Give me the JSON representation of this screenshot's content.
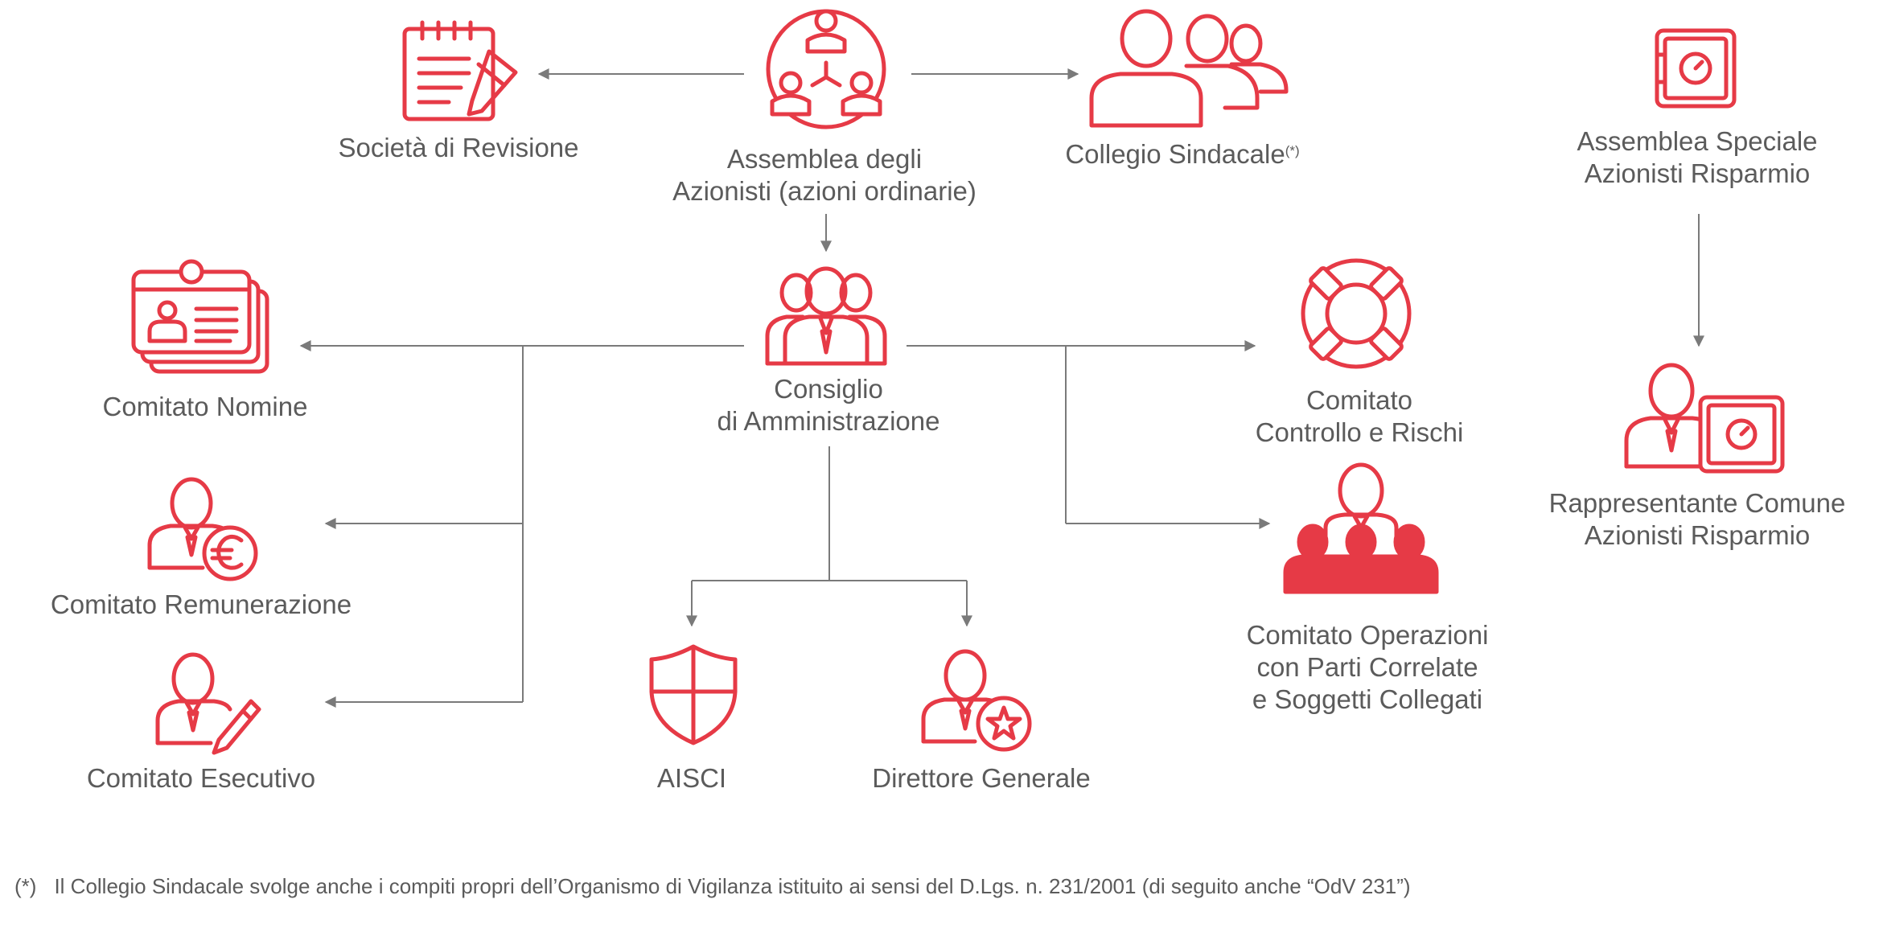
{
  "colors": {
    "accent": "#e63a46",
    "connector": "#7a7a7a",
    "text": "#5b5b5b"
  },
  "nodes": {
    "societa_revisione": {
      "label": [
        "Società di Revisione"
      ],
      "icon": "notepad-pencil-icon"
    },
    "assemblea_azionisti": {
      "label": [
        "Assemblea degli",
        "Azionisti (azioni ordinarie)"
      ],
      "icon": "shareholders-network-icon"
    },
    "collegio_sindacale": {
      "label": [
        "Collegio Sindacale"
      ],
      "label_suffix": "(*)",
      "icon": "people-group-icon"
    },
    "assemblea_speciale": {
      "label": [
        "Assemblea Speciale",
        "Azionisti Risparmio"
      ],
      "icon": "safe-icon"
    },
    "consiglio_amministrazione": {
      "label": [
        "Consiglio",
        "di Amministrazione"
      ],
      "icon": "board-people-icon"
    },
    "comitato_nomine": {
      "label": [
        "Comitato Nomine"
      ],
      "icon": "id-cards-icon"
    },
    "comitato_controllo_rischi": {
      "label": [
        "Comitato",
        "Controllo e Rischi"
      ],
      "icon": "lifebuoy-icon"
    },
    "rappresentante_comune": {
      "label": [
        "Rappresentante Comune",
        "Azionisti Risparmio"
      ],
      "icon": "person-safe-icon"
    },
    "comitato_remunerazione": {
      "label": [
        "Comitato Remunerazione"
      ],
      "icon": "person-euro-icon"
    },
    "comitato_operazioni": {
      "label": [
        "Comitato Operazioni",
        "con Parti Correlate",
        "e Soggetti Collegati"
      ],
      "icon": "speaker-audience-icon"
    },
    "comitato_esecutivo": {
      "label": [
        "Comitato Esecutivo"
      ],
      "icon": "person-pen-icon"
    },
    "aisci": {
      "label": [
        "AISCI"
      ],
      "icon": "shield-icon"
    },
    "direttore_generale": {
      "label": [
        "Direttore Generale"
      ],
      "icon": "person-star-icon"
    }
  },
  "footnote": {
    "mark": "(*)",
    "text": "Il Collegio Sindacale svolge anche i compiti propri dell’Organismo di Vigilanza istituito ai sensi del D.Lgs. n. 231/2001 (di seguito anche “OdV 231”)"
  }
}
